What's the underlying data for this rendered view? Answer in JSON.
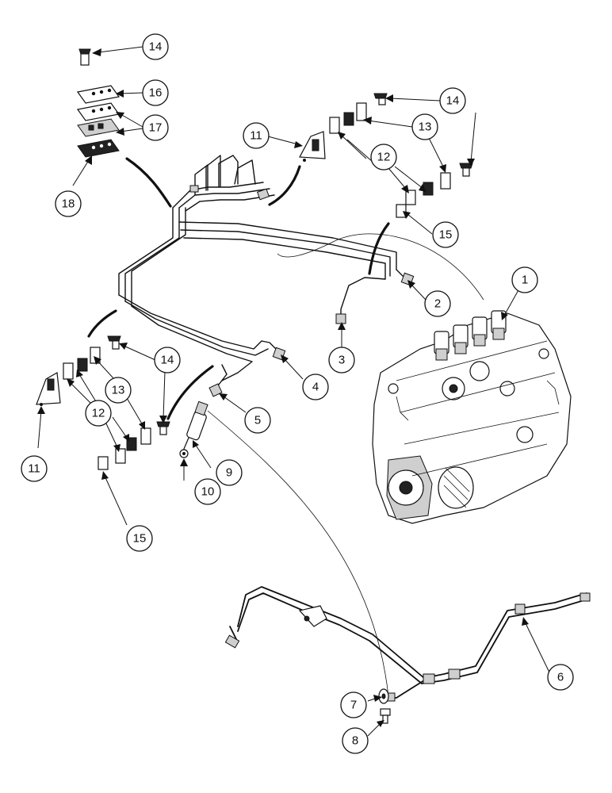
{
  "callouts": [
    {
      "number": "14"
    },
    {
      "number": "16"
    },
    {
      "number": "17"
    },
    {
      "number": "18"
    },
    {
      "number": "11"
    },
    {
      "number": "12"
    },
    {
      "number": "13"
    },
    {
      "number": "14"
    },
    {
      "number": "15"
    },
    {
      "number": "1"
    },
    {
      "number": "2"
    },
    {
      "number": "3"
    },
    {
      "number": "4"
    },
    {
      "number": "5"
    },
    {
      "number": "14"
    },
    {
      "number": "13"
    },
    {
      "number": "12"
    },
    {
      "number": "11"
    },
    {
      "number": "10"
    },
    {
      "number": "9"
    },
    {
      "number": "15"
    },
    {
      "number": "6"
    },
    {
      "number": "7"
    },
    {
      "number": "8"
    }
  ]
}
